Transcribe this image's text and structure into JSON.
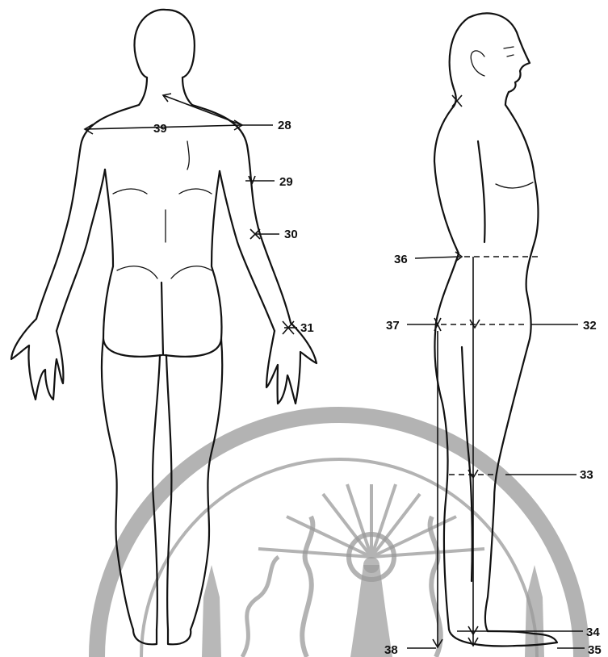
{
  "figure": {
    "back_view_labels": [
      "28",
      "29",
      "30",
      "31",
      "39"
    ],
    "side_view_labels": [
      "32",
      "33",
      "34",
      "35",
      "36",
      "37",
      "38"
    ]
  },
  "watermark": {
    "description_icon": "university-seal-icon"
  }
}
